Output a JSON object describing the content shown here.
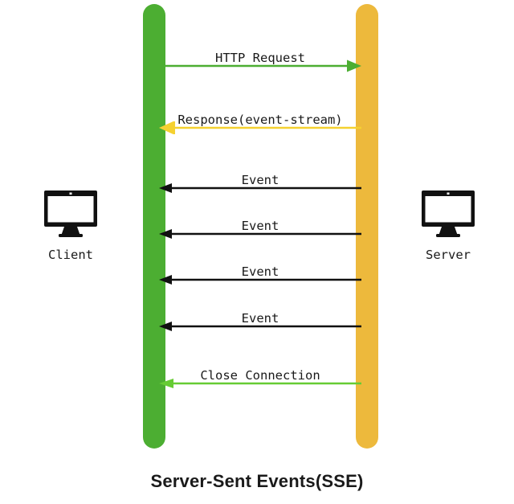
{
  "diagram": {
    "title": "Server-Sent Events(SSE)",
    "type": "sequence-diagram",
    "background_color": "#ffffff",
    "participants": [
      {
        "id": "client",
        "label": "Client",
        "icon": "monitor-icon",
        "lifeline_color": "#4CAE32"
      },
      {
        "id": "server",
        "label": "Server",
        "icon": "monitor-icon",
        "lifeline_color": "#EDB93C"
      }
    ],
    "messages": [
      {
        "label": "HTTP Request",
        "direction": "right",
        "from": "client",
        "to": "server",
        "color": "#4CAE32"
      },
      {
        "label": "Response(event-stream)",
        "direction": "left",
        "from": "server",
        "to": "client",
        "color": "#F5D130"
      },
      {
        "label": "Event",
        "direction": "left",
        "from": "server",
        "to": "client",
        "color": "#111111"
      },
      {
        "label": "Event",
        "direction": "left",
        "from": "server",
        "to": "client",
        "color": "#111111"
      },
      {
        "label": "Event",
        "direction": "left",
        "from": "server",
        "to": "client",
        "color": "#111111"
      },
      {
        "label": "Event",
        "direction": "left",
        "from": "server",
        "to": "client",
        "color": "#111111"
      },
      {
        "label": "Close Connection",
        "direction": "left",
        "from": "server",
        "to": "client",
        "color": "#66CC33"
      }
    ]
  }
}
